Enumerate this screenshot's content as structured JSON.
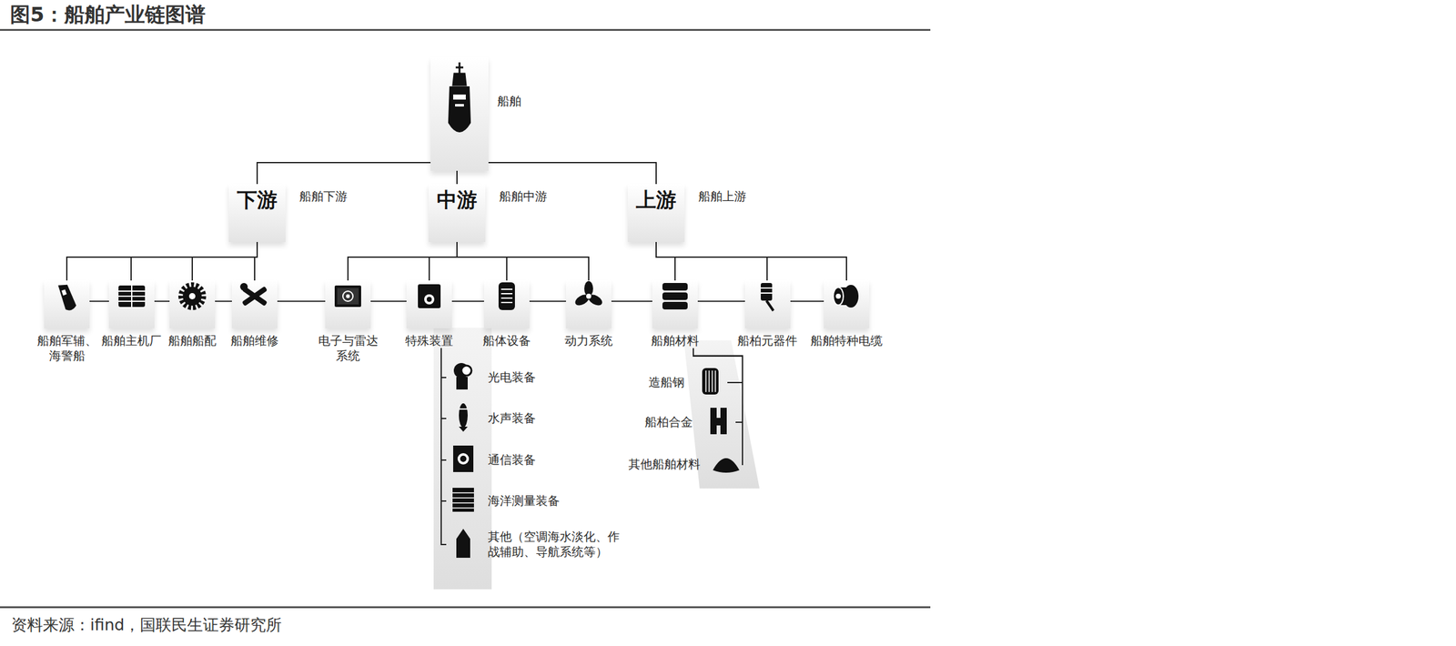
{
  "diagram": {
    "title": "图5：船舶产业链图谱",
    "caption": "资料来源：ifind，国联民生证券研究所",
    "nodes": [
      {
        "text": [
          "船舶"
        ]
      },
      {
        "text": [
          "下游",
          "船舶下游"
        ]
      },
      {
        "text": [
          "中游",
          "船舶中游"
        ]
      },
      {
        "text": [
          "上游",
          "船舶上游"
        ]
      },
      {
        "text": [
          "船舶军辅、海警船"
        ]
      },
      {
        "text": [
          "船舶主机厂"
        ]
      },
      {
        "text": [
          "船舶船配"
        ]
      },
      {
        "text": [
          "船舶维修"
        ]
      },
      {
        "text": [
          "电子与雷达系统"
        ]
      },
      {
        "text": [
          "特殊装置"
        ]
      },
      {
        "text": [
          "船体设备"
        ]
      },
      {
        "text": [
          "动力系统"
        ]
      },
      {
        "text": [
          "船舶材料"
        ]
      },
      {
        "text": [
          "船柏元器件"
        ]
      },
      {
        "text": [
          "船舶特种电缆"
        ]
      },
      {
        "text": [
          "光电装备"
        ]
      },
      {
        "text": [
          "水声装备"
        ]
      },
      {
        "text": [
          "通信装备"
        ]
      },
      {
        "text": [
          "海洋测量装备"
        ]
      },
      {
        "text": [
          "其他（空调海水淡化、作战辅助、导航系统等）"
        ]
      },
      {
        "text": [
          "造船钢"
        ]
      },
      {
        "text": [
          "船柏合金"
        ]
      },
      {
        "text": [
          "其他船舶材料"
        ]
      }
    ],
    "edges": [
      {
        "from": 0,
        "to": 1,
        "arrow": "none"
      },
      {
        "from": 0,
        "to": 2,
        "arrow": "none"
      },
      {
        "from": 0,
        "to": 3,
        "arrow": "none"
      },
      {
        "from": 1,
        "to": 4,
        "arrow": "none"
      },
      {
        "from": 1,
        "to": 5,
        "arrow": "none"
      },
      {
        "from": 1,
        "to": 6,
        "arrow": "none"
      },
      {
        "from": 1,
        "to": 7,
        "arrow": "none"
      },
      {
        "from": 2,
        "to": 8,
        "arrow": "none"
      },
      {
        "from": 2,
        "to": 9,
        "arrow": "none"
      },
      {
        "from": 2,
        "to": 10,
        "arrow": "none"
      },
      {
        "from": 2,
        "to": 11,
        "arrow": "none"
      },
      {
        "from": 3,
        "to": 12,
        "arrow": "none"
      },
      {
        "from": 3,
        "to": 13,
        "arrow": "none"
      },
      {
        "from": 3,
        "to": 14,
        "arrow": "none"
      },
      {
        "from": 9,
        "to": 15,
        "arrow": "none"
      },
      {
        "from": 9,
        "to": 16,
        "arrow": "none"
      },
      {
        "from": 9,
        "to": 17,
        "arrow": "none"
      },
      {
        "from": 9,
        "to": 18,
        "arrow": "none"
      },
      {
        "from": 9,
        "to": 19,
        "arrow": "none"
      },
      {
        "from": 12,
        "to": 20,
        "arrow": "none"
      },
      {
        "from": 12,
        "to": 21,
        "arrow": "none"
      },
      {
        "from": 12,
        "to": 22,
        "arrow": "none"
      }
    ]
  }
}
